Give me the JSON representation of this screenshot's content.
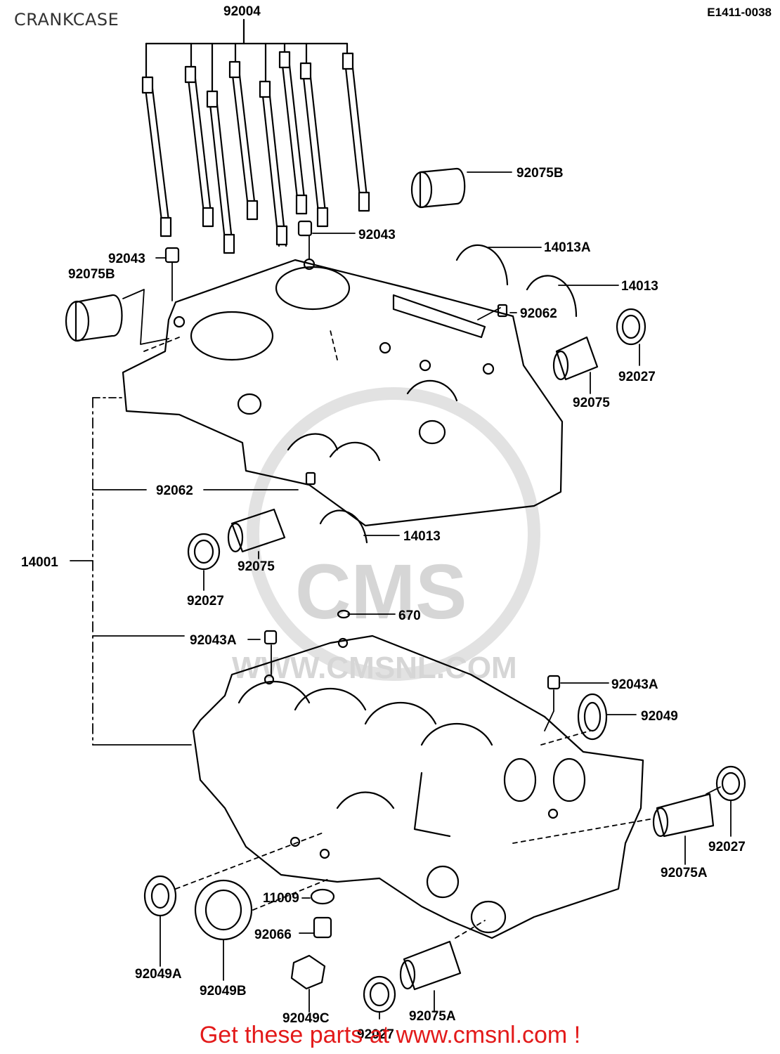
{
  "header": {
    "title": "CRANKCASE",
    "diagram_code": "E1411-0038"
  },
  "watermark": {
    "brand": "CMS",
    "url": "WWW.CMSNL.COM"
  },
  "parts": {
    "p92004": "92004",
    "p92075B_r": "92075B",
    "p92043_r": "92043",
    "p92043_l": "92043",
    "p14013A": "14013A",
    "p92075B_l": "92075B",
    "p14013_r": "14013",
    "p92062_r": "92062",
    "p92027_r": "92027",
    "p92075_r": "92075",
    "p92062_l": "92062",
    "p14013_m": "14013",
    "p14001": "14001",
    "p92075_l": "92075",
    "p92027_l": "92027",
    "p670": "670",
    "p92043A_l": "92043A",
    "p92043A_r": "92043A",
    "p92049": "92049",
    "p92027_br": "92027",
    "p92075A_r": "92075A",
    "p11009": "11009",
    "p92066": "92066",
    "p92049A": "92049A",
    "p92049B": "92049B",
    "p92049C": "92049C",
    "p92075A_b": "92075A",
    "p92027_b": "92027"
  },
  "footer": {
    "text": "Get these parts at www.cmsnl.com !"
  }
}
